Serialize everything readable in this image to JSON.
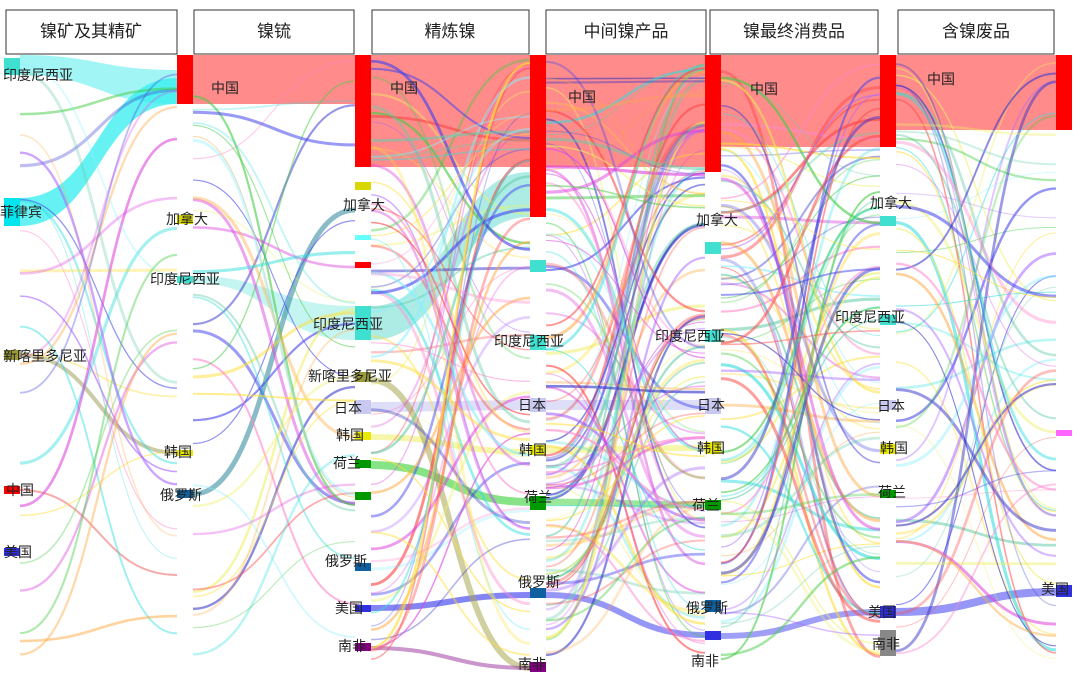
{
  "stages": [
    "镍矿及其精矿",
    "镍锍",
    "精炼镍",
    "中间镍产品",
    "镍最终消费品",
    "含镍废品"
  ],
  "colors": {
    "中国": "#ff0000",
    "印度尼西亚": "#40e0d0",
    "菲律宾": "#00e5ee",
    "新喀里多尼亚": "#9a9a3a",
    "美国": "#3030e0",
    "加拿大": "#d8d800",
    "韩国": "#e8e800",
    "俄罗斯": "#1060a0",
    "日本": "#c8c8f0",
    "荷兰": "#009900",
    "南非": "#800080",
    "other": [
      "#ffff66",
      "#ff66ff",
      "#66ffff",
      "#9999ff",
      "#66cc66",
      "#ff9999",
      "#ffcc66",
      "#cc99ff",
      "#99cc00",
      "#ff66aa"
    ]
  },
  "columns": [
    {
      "stage": "镍矿及其精矿",
      "labels": [
        "印度尼西亚",
        "菲律宾",
        "新喀里多尼亚",
        "中国",
        "美国"
      ]
    },
    {
      "stage": "镍锍",
      "labels": [
        "中国",
        "加拿大",
        "印度尼西亚",
        "韩国",
        "俄罗斯"
      ]
    },
    {
      "stage": "精炼镍",
      "labels": [
        "中国",
        "加拿大",
        "印度尼西亚",
        "新喀里多尼亚",
        "日本",
        "韩国",
        "荷兰",
        "俄罗斯",
        "美国",
        "南非"
      ]
    },
    {
      "stage": "中间镍产品",
      "labels": [
        "中国",
        "印度尼西亚",
        "日本",
        "韩国",
        "荷兰",
        "俄罗斯",
        "南非"
      ]
    },
    {
      "stage": "镍最终消费品",
      "labels": [
        "中国",
        "加拿大",
        "印度尼西亚",
        "日本",
        "韩国",
        "荷兰",
        "俄罗斯",
        "南非"
      ]
    },
    {
      "stage": "含镍废品",
      "labels": [
        "中国",
        "加拿大",
        "印度尼西亚",
        "日本",
        "韩国",
        "荷兰",
        "美国",
        "南非"
      ]
    },
    {
      "stage": "",
      "labels": [
        "美国"
      ]
    }
  ]
}
